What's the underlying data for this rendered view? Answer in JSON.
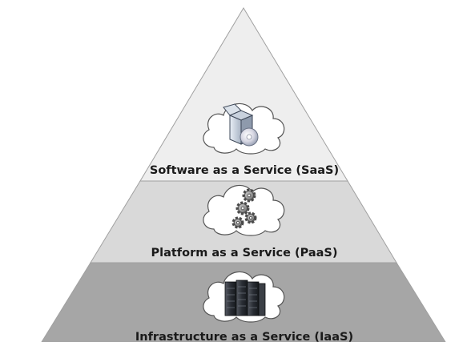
{
  "tiers": [
    {
      "label": "Software as a Service (SaaS)",
      "icon": "software-box-cd-icon",
      "fill": "#eeeeee"
    },
    {
      "label": "Platform as a Service (PaaS)",
      "icon": "gears-icon",
      "fill": "#d9d9d9"
    },
    {
      "label": "Infrastructure as a Service (IaaS)",
      "icon": "server-rack-icon",
      "fill": "#a6a6a6"
    }
  ],
  "colors": {
    "outline": "#a0a0a0",
    "cloud_fill": "#ffffff",
    "cloud_stroke": "#555555",
    "text": "#1a1a1a"
  }
}
